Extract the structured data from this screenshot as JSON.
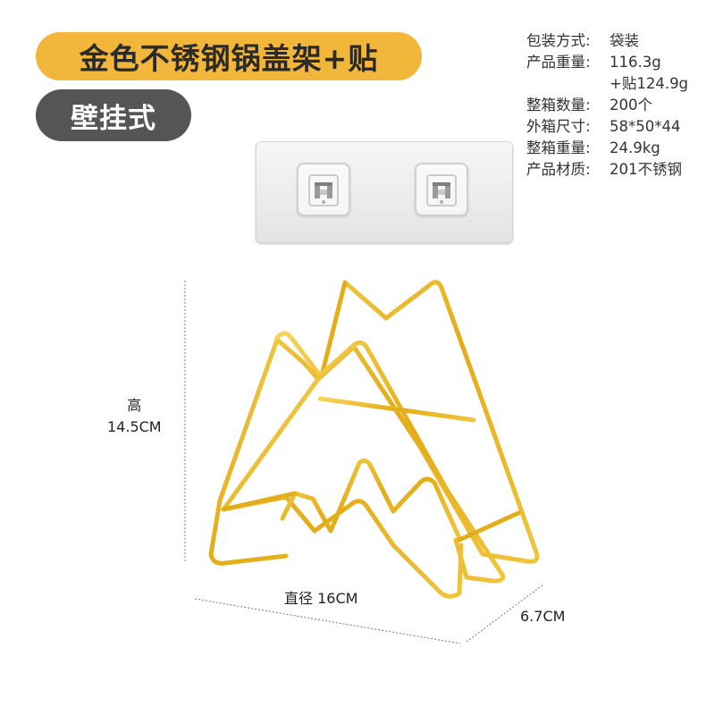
{
  "title": "金色不锈钢锅盖架+贴",
  "subtitle": "壁挂式",
  "specs": [
    {
      "key": "包装方式:",
      "value": "袋装"
    },
    {
      "key": "产品重量:",
      "value": "116.3g"
    },
    {
      "key": "",
      "value": "+贴124.9g"
    },
    {
      "key": "整箱数量:",
      "value": "200个"
    },
    {
      "key": "外箱尺寸:",
      "value": "58*50*44"
    },
    {
      "key": "整箱重量:",
      "value": "24.9kg"
    },
    {
      "key": "产品材质:",
      "value": "201不锈钢"
    }
  ],
  "dimensions": {
    "height_label": "高",
    "height_value": "14.5CM",
    "diameter": "直径 16CM",
    "depth": "6.7CM"
  },
  "colors": {
    "title_bg": "#f2b73a",
    "subtitle_bg": "#555555",
    "gold": "#e8b320"
  },
  "icons": {
    "sticker": "adhesive-hook-sticker",
    "rack": "gold-wire-lid-rack"
  }
}
